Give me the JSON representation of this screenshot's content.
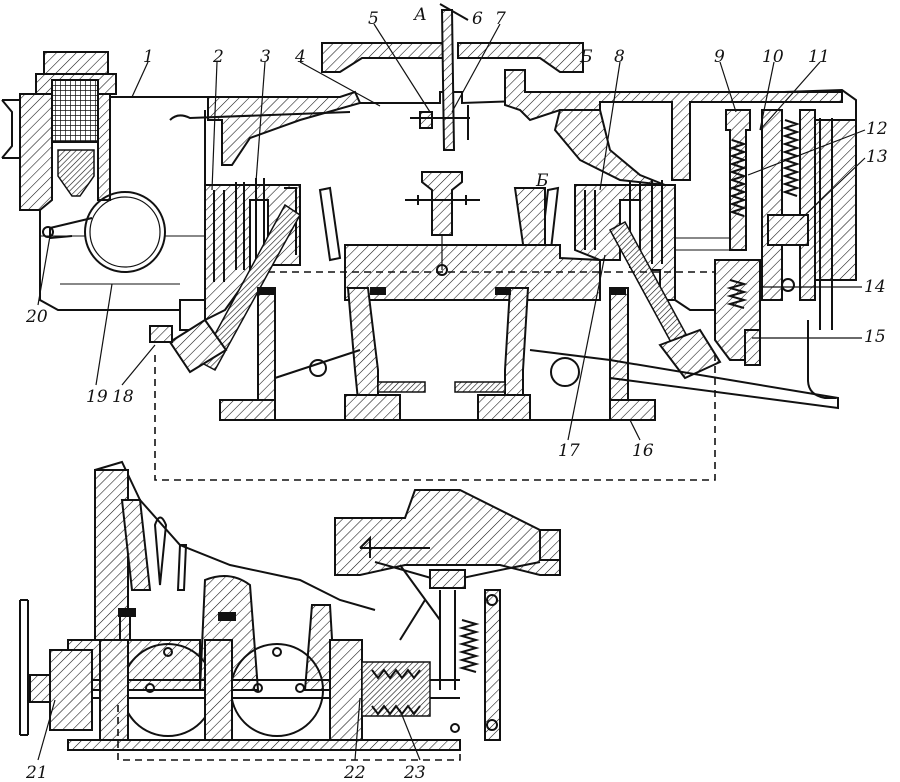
{
  "labels": {
    "l1": "1",
    "l2": "2",
    "l3": "3",
    "l4": "4",
    "l5": "5",
    "l6": "6",
    "l7": "7",
    "l8": "8",
    "l9": "9",
    "l10": "10",
    "l11": "11",
    "l12": "12",
    "l13": "13",
    "l14": "14",
    "l15": "15",
    "l16": "16",
    "l17": "17",
    "l18": "18",
    "l19": "19",
    "l20": "20",
    "l21": "21",
    "l22": "22",
    "l23": "23",
    "sectionA": "А",
    "sectionB1": "Б",
    "sectionB2": "Б"
  }
}
